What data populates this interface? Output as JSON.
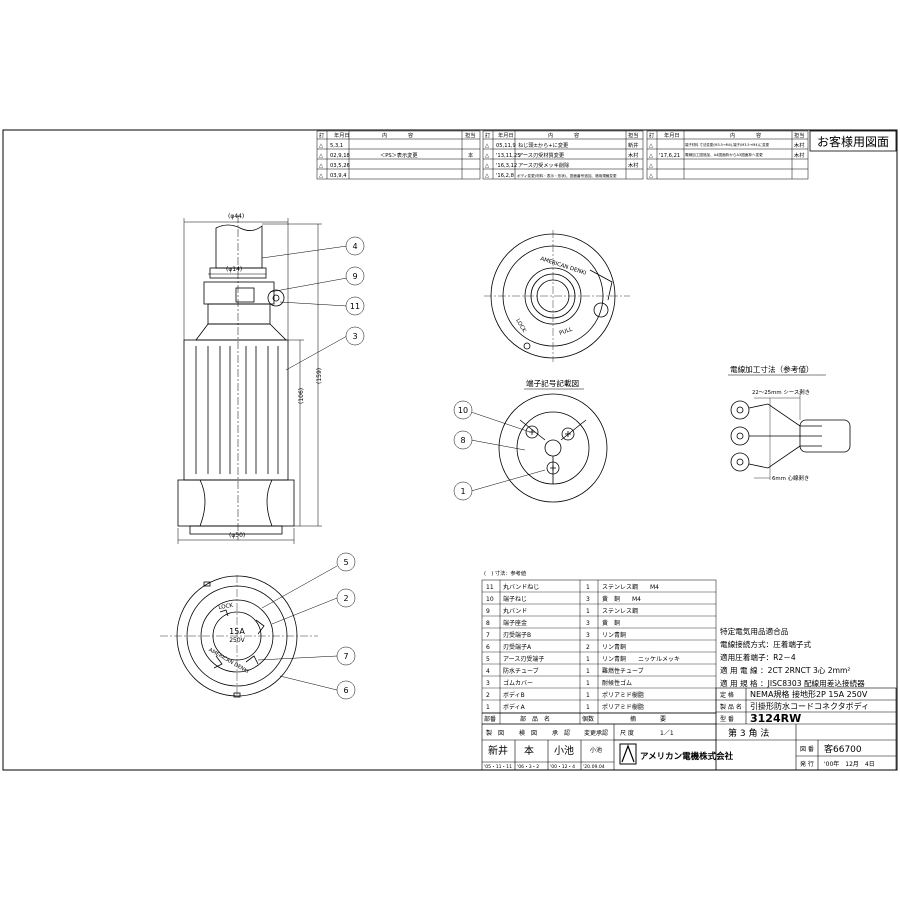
{
  "sheet": {
    "title_tag": "お客様用図面",
    "revision_header": {
      "no": "訂",
      "date": "年月日",
      "content": "内　　　　容",
      "person": "担当"
    },
    "revisions_1": [
      {
        "no": "△",
        "date": "5,3,1",
        "content": "",
        "person": ""
      },
      {
        "no": "△",
        "date": "02,9,18",
        "content": "＜PS＞表示変更",
        "person": "本"
      },
      {
        "no": "△",
        "date": "03,5,26",
        "content": "",
        "person": ""
      },
      {
        "no": "△",
        "date": "03,9,4",
        "content": "",
        "person": ""
      }
    ],
    "revisions_2": [
      {
        "no": "△",
        "date": "05,11,9",
        "content": "ねじ頭±から+に変更",
        "person": "新井"
      },
      {
        "no": "△",
        "date": "'13,11,25",
        "content": "アース刃受材質変更",
        "person": "木村"
      },
      {
        "no": "△",
        "date": "'16,3,12",
        "content": "アース刃受メッキ削除",
        "person": "木村"
      },
      {
        "no": "△",
        "date": "'16,2,8",
        "content": "ボディ変更(材料・表示・形状)、図面番号追加、適用規格変更",
        "person": ""
      },
      {
        "no": "△",
        "date": "",
        "content": "",
        "person": ""
      }
    ],
    "revisions_3": [
      {
        "no": "△",
        "date": "",
        "content": "端子材料 寸法変更(M3.5→M4),端子(M3.5→M4)に変更",
        "person": "木村"
      },
      {
        "no": "△",
        "date": "'17,6,21",
        "content": "電線加工図追加、A4図面枠からA3図面枠へ変更",
        "person": "木村"
      },
      {
        "no": "△",
        "date": "",
        "content": "",
        "person": ""
      },
      {
        "no": "△",
        "date": "",
        "content": "",
        "person": ""
      }
    ],
    "side_view": {
      "dim_top": "(φ44)",
      "dim_cable": "(φ14)",
      "dim_total": "(159)",
      "dim_body": "(106)",
      "dim_bottom": "(φ50)",
      "callouts": [
        "4",
        "9",
        "11",
        "3"
      ]
    },
    "top_view": {
      "ring_text_1": "AMERICAN DENKI",
      "ring_text_2": "LOCK",
      "ring_text_3": "PULL"
    },
    "terminal_view": {
      "title": "端子記号記載図",
      "callouts": [
        "10",
        "8",
        "1"
      ]
    },
    "wire_view": {
      "title": "電線加工寸法（参考値）",
      "dim_sheath": "22〜25mm シース剥き",
      "dim_core": "6mm 心線剥き"
    },
    "face_view": {
      "rating_1": "15A",
      "rating_2": "250V",
      "ring_lock": "LOCK",
      "ring_text": "AMERICAN DENKI",
      "callouts": [
        "5",
        "2",
        "7",
        "6"
      ]
    },
    "parts_note": "(　) 寸法：参考値",
    "parts": [
      {
        "no": "11",
        "name": "丸バンドねじ",
        "qty": "1",
        "material": "ステンレス鋼　　M4",
        "remark": ""
      },
      {
        "no": "10",
        "name": "端子ねじ",
        "qty": "3",
        "material": "黄　銅　　M4",
        "remark": ""
      },
      {
        "no": "9",
        "name": "丸バンド",
        "qty": "1",
        "material": "ステンレス鋼",
        "remark": ""
      },
      {
        "no": "8",
        "name": "端子座金",
        "qty": "3",
        "material": "黄　銅",
        "remark": ""
      },
      {
        "no": "7",
        "name": "刃受端子B",
        "qty": "3",
        "material": "リン青銅",
        "remark": ""
      },
      {
        "no": "6",
        "name": "刃受端子A",
        "qty": "2",
        "material": "リン青銅",
        "remark": ""
      },
      {
        "no": "5",
        "name": "アース刃受端子",
        "qty": "1",
        "material": "リン青銅　　ニッケルメッキ",
        "remark": ""
      },
      {
        "no": "4",
        "name": "防水チューブ",
        "qty": "1",
        "material": "難燃性チューブ",
        "remark": ""
      },
      {
        "no": "3",
        "name": "ゴムカバー",
        "qty": "1",
        "material": "耐候性ゴム",
        "remark": ""
      },
      {
        "no": "2",
        "name": "ボディB",
        "qty": "1",
        "material": "ポリアミド樹脂",
        "remark": ""
      },
      {
        "no": "1",
        "name": "ボディA",
        "qty": "1",
        "material": "ポリアミド樹脂",
        "remark": ""
      }
    ],
    "parts_header": {
      "no": "部番",
      "name": "部　品　名",
      "qty": "個数",
      "material": "摘　　　　要"
    },
    "specs": [
      "特定電気用品適合品",
      "電線接続方式：圧着端子式",
      "適用圧着端子：R2－4",
      "適 用 電 線 ：2CT 2RNCT 3心 2mm²",
      "適 用 規 格 ：JISC8303 配線用差込接続器"
    ],
    "def_label": "定 格",
    "def_value": "NEMA規格 接地形2P 15A 250V",
    "product_label": "製 品 名",
    "product_value": "引掛形防水コードコネクタボディ",
    "model_label": "型 番",
    "model_value": "3124RW",
    "scale_label": "尺 度",
    "scale_value": "1／1",
    "projection": "第 3 角 法",
    "drawing_no_label": "図 番",
    "drawing_no_value": "客66700",
    "issue_label": "発 行",
    "issue_value": "'00年　12月　4日",
    "approval_headers": [
      "製　図",
      "検　図",
      "承　認",
      "変更承認"
    ],
    "approval_names": [
      "新井",
      "本",
      "小池",
      "小池"
    ],
    "approval_dates": [
      "'05・11・11",
      "'06・3・2",
      "'00・12・4",
      "'20.09.04"
    ],
    "company": "アメリカン電機株式会社"
  }
}
